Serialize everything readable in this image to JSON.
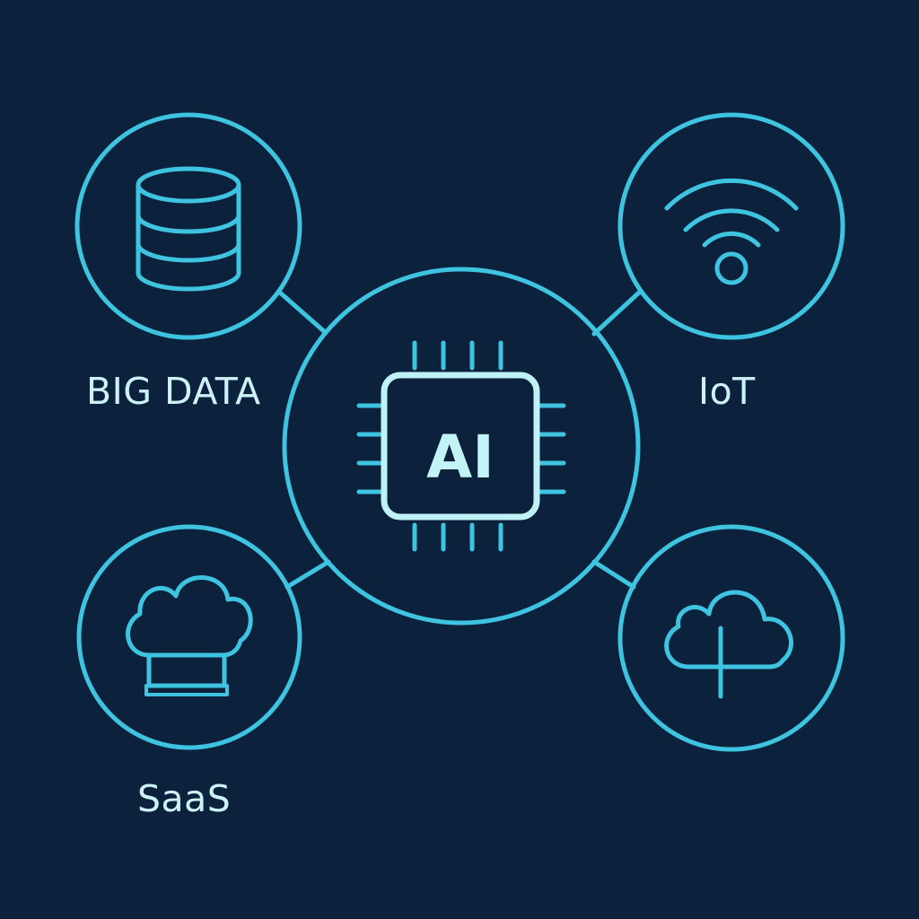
{
  "colors": {
    "background": "#0c223c",
    "stroke": "#3ec3e0",
    "chip_outline": "#bff2f6",
    "text": "#ccf2f8"
  },
  "center": {
    "label": "AI",
    "icon": "microchip-icon"
  },
  "nodes": {
    "big_data": {
      "label": "BIG DATA",
      "icon": "database-icon"
    },
    "iot": {
      "label": "IoT",
      "icon": "wifi-icon"
    },
    "saas": {
      "label": "SaaS",
      "icon": "cloud-server-icon"
    },
    "cloud": {
      "label": "",
      "icon": "cloud-connect-icon"
    }
  }
}
